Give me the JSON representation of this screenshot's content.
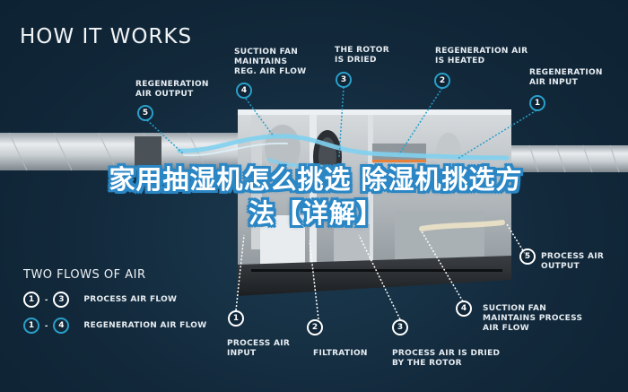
{
  "header": {
    "title": "HOW IT WORKS"
  },
  "overlay": {
    "title": "家用抽湿机怎么挑选 除湿机挑选方法【详解】"
  },
  "colors": {
    "background": "#12293b",
    "regeneration_accent": "#2a9fc9",
    "process_accent": "#ffffff",
    "overlay_outline": "#2a86c4",
    "airflow_blue": "#7fd0ef",
    "heater_orange": "#e8823a"
  },
  "top_callouts": [
    {
      "number": "5",
      "label": "REGENERATION\nAIR OUTPUT",
      "flow": "regeneration"
    },
    {
      "number": "4",
      "label": "SUCTION FAN\nMAINTAINS\nREG. AIR FLOW",
      "flow": "regeneration"
    },
    {
      "number": "3",
      "label": "THE ROTOR\nIS DRIED",
      "flow": "regeneration"
    },
    {
      "number": "2",
      "label": "REGENERATION AIR\nIS HEATED",
      "flow": "regeneration"
    },
    {
      "number": "1",
      "label": "REGENERATION\nAIR INPUT",
      "flow": "regeneration"
    }
  ],
  "bottom_callouts": [
    {
      "number": "1",
      "label": "PROCESS AIR\nINPUT",
      "flow": "process"
    },
    {
      "number": "2",
      "label": "FILTRATION",
      "flow": "process"
    },
    {
      "number": "3",
      "label": "PROCESS AIR IS DRIED\nBY THE ROTOR",
      "flow": "process"
    },
    {
      "number": "4",
      "label": "SUCTION FAN\nMAINTAINS PROCESS\nAIR FLOW",
      "flow": "process"
    },
    {
      "number": "5",
      "label": "PROCESS AIR\nOUTPUT",
      "flow": "process"
    }
  ],
  "legend": {
    "title": "TWO FLOWS OF AIR",
    "rows": [
      {
        "from": "1",
        "sep": "-",
        "to": "3",
        "label": "PROCESS AIR FLOW",
        "flow": "process"
      },
      {
        "from": "1",
        "sep": "-",
        "to": "4",
        "label": "REGENERATION AIR FLOW",
        "flow": "regeneration"
      }
    ]
  }
}
